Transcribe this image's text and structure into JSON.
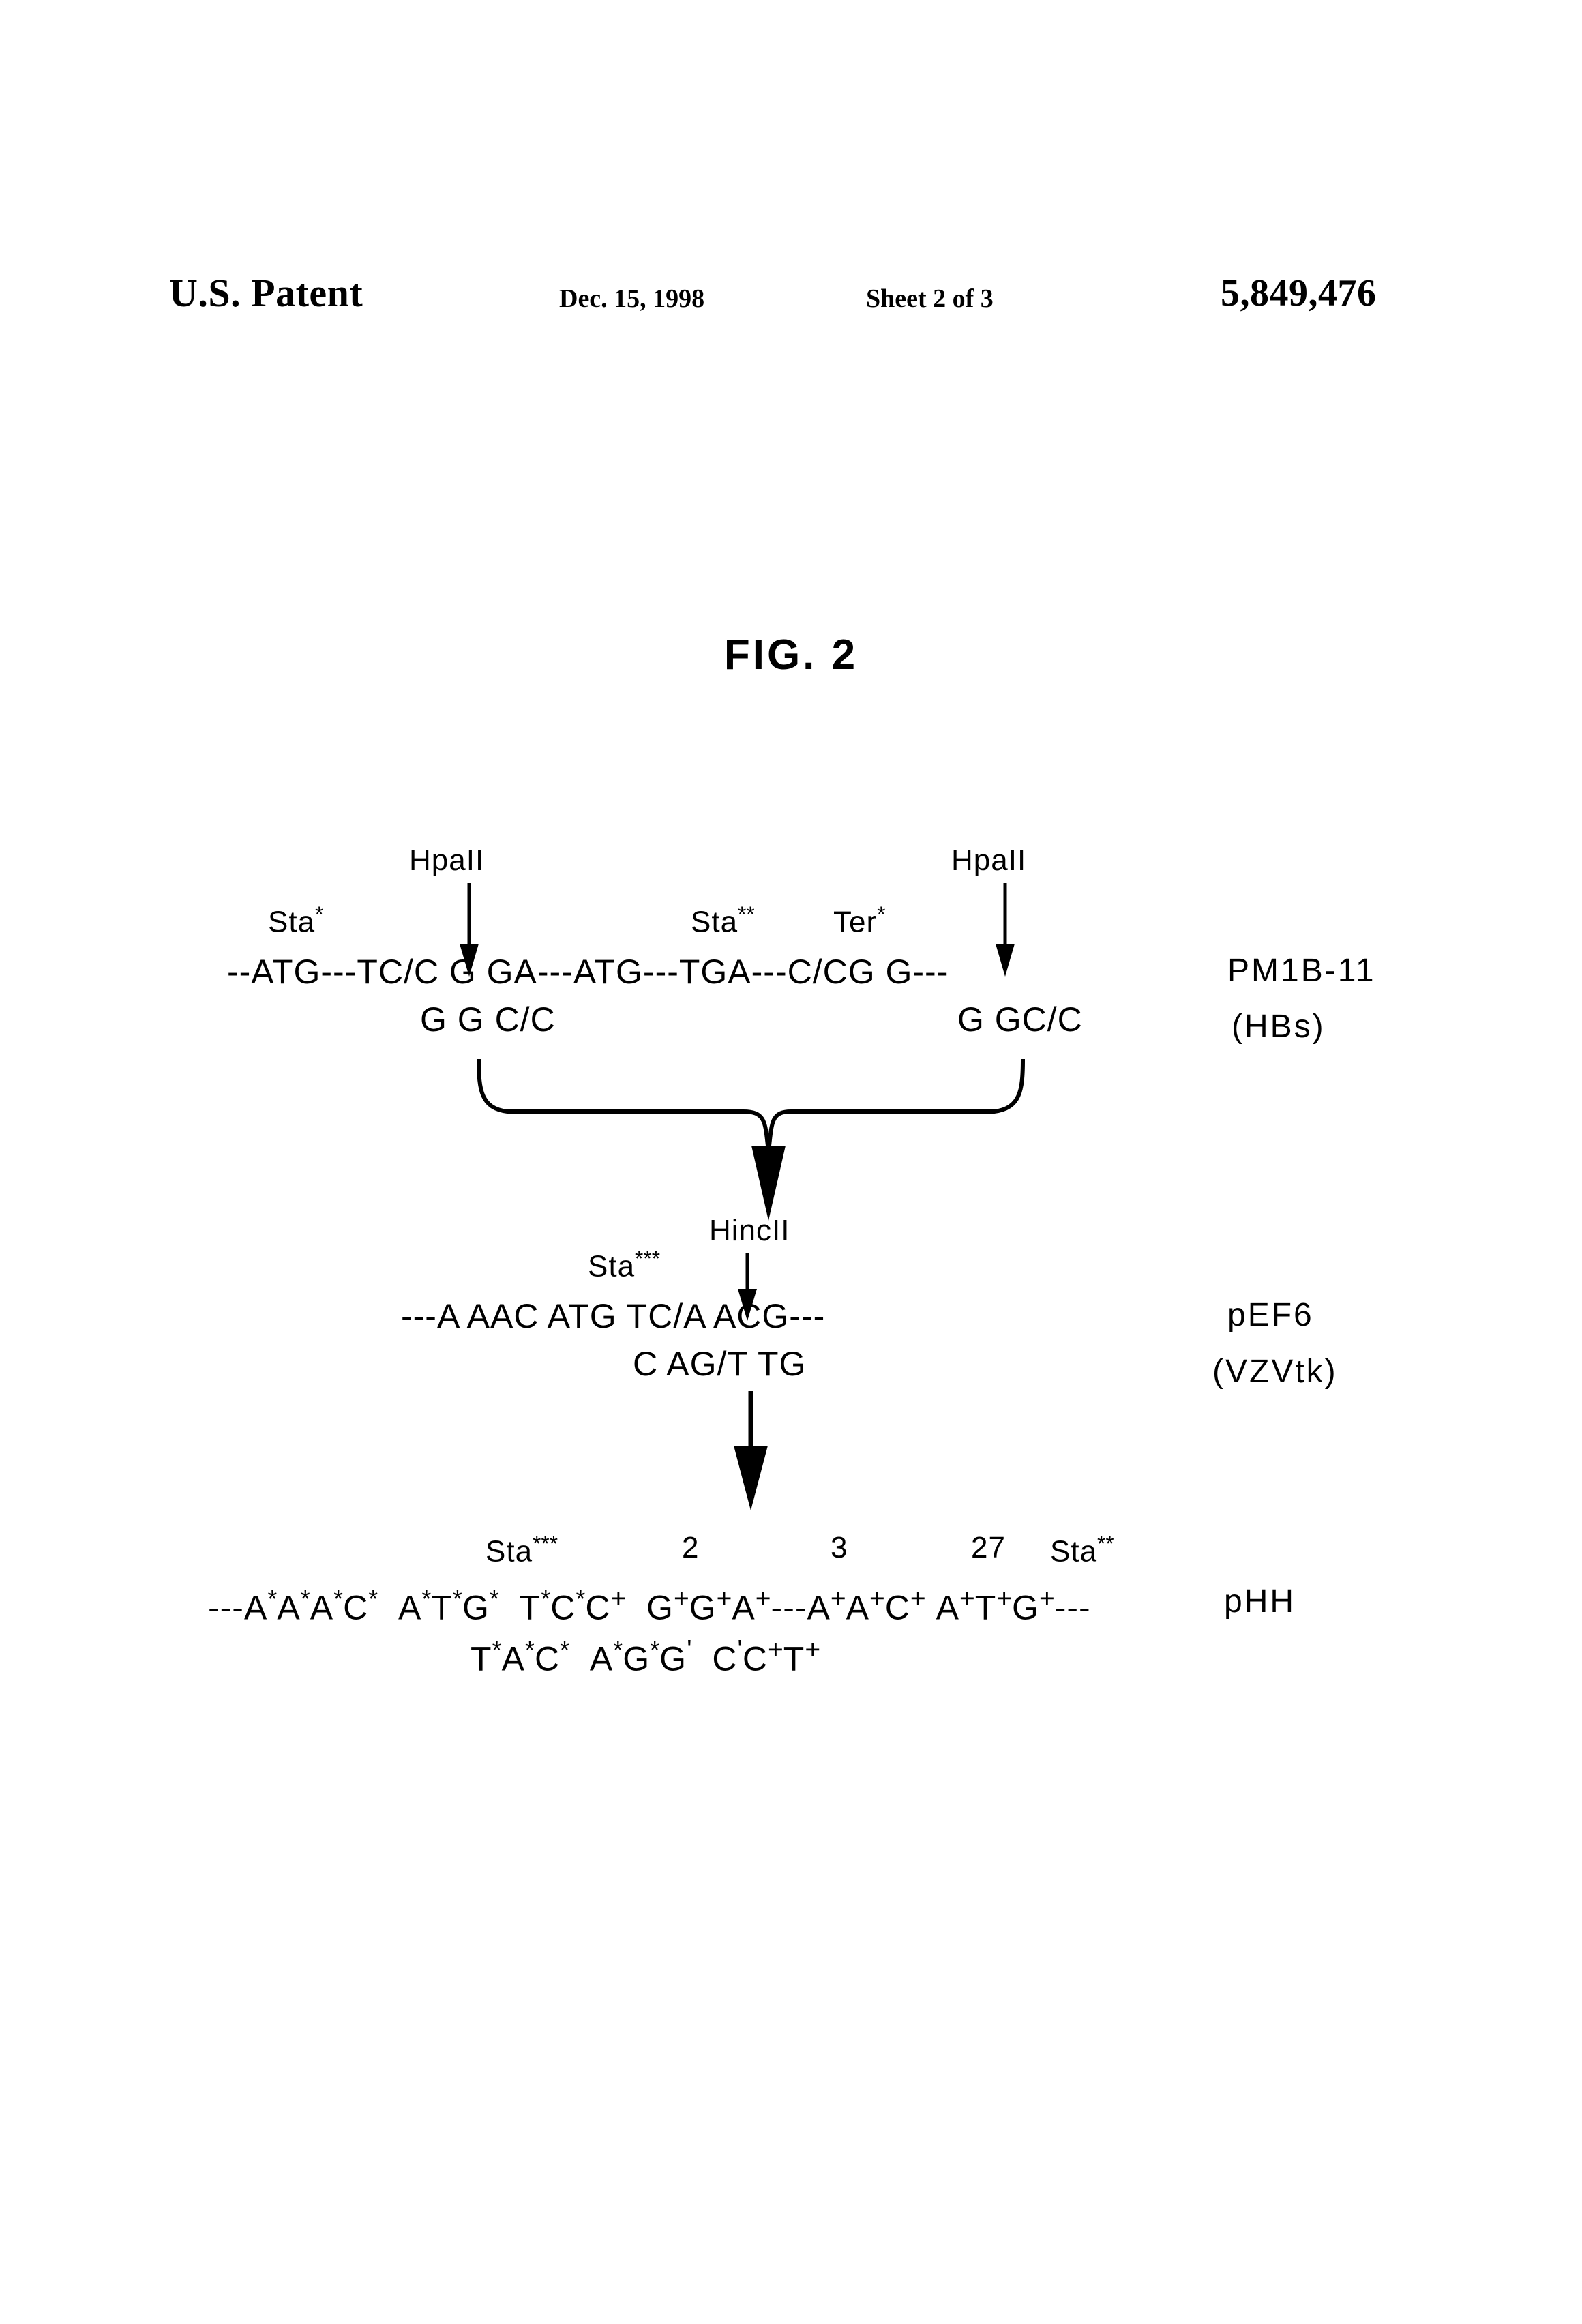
{
  "header": {
    "office": "U.S. Patent",
    "date": "Dec. 15, 1998",
    "sheet": "Sheet 2 of 3",
    "patent_number": "5,849,476"
  },
  "figure": {
    "title": "FIG. 2",
    "blocks": [
      {
        "id": "pm1b11",
        "plasmid_name": "PM1B-11",
        "plasmid_sub": "(HBs)",
        "enzyme_labels": [
          "HpaII",
          "HpaII"
        ],
        "site_labels": [
          "Sta*",
          "Sta**",
          "Ter*"
        ],
        "top_strand": "--ATG---TC/C G GA---ATG---TGA---C/CG G---",
        "bottom_strand_left": "G G C/C",
        "bottom_strand_right": "G GC/C"
      },
      {
        "id": "pef6",
        "plasmid_name": "pEF6",
        "plasmid_sub": "(VZVtk)",
        "enzyme_labels": [
          "HincII"
        ],
        "site_labels": [
          "Sta***"
        ],
        "top_strand": "---A AAC ATG TC/A ACG---",
        "bottom_strand": "C AG/T TG"
      },
      {
        "id": "phh",
        "plasmid_name": "pHH",
        "site_labels": [
          "Sta***",
          "2",
          "3",
          "27",
          "Sta**"
        ],
        "top_strand_plain": "---A*A*A*C*  A*T*G*  T*C*C+  G+G+A+---A+A+C+  A+T+G+---",
        "bottom_strand_plain": "T*A*C*  A*G*G'  C'C+T+"
      }
    ],
    "brace_arrow_label": "HincII",
    "middle_arrow": "down-arrow"
  },
  "seq1": {
    "lbl_sta1": "Sta",
    "lbl_sta1_sup": "*",
    "lbl_hpa_left": "HpaII",
    "lbl_sta2": "Sta",
    "lbl_sta2_sup": "**",
    "lbl_ter": "Ter",
    "lbl_ter_sup": "*",
    "lbl_hpa_right": "HpaII",
    "top_a": "--ATG---TC",
    "top_b": "/C G GA---ATG---TGA---C",
    "top_c": "/CG G---",
    "bot_left": "G G C/C",
    "bot_right": "G GC/C",
    "name": "PM1B-11",
    "sub": "(HBs)"
  },
  "seq2": {
    "lbl_sta": "Sta",
    "lbl_sta_sup": "***",
    "lbl_hinc": "HincII",
    "top_a": "---A AAC ATG TC",
    "top_b": "/A ACG---",
    "bot": "C AG/T TG",
    "name": "pEF6",
    "sub": "(VZVtk)"
  },
  "seq3": {
    "lbl_sta3": "Sta",
    "lbl_sta3_sup": "***",
    "lbl_2": "2",
    "lbl_3": "3",
    "lbl_27": "27",
    "lbl_sta2": "Sta",
    "lbl_sta2_sup": "**",
    "top_dash_lead": "---",
    "top_g1": "A",
    "top_g1b": "A",
    "top_g1c": "A",
    "top_g1d": "C",
    "top_g2a": "A",
    "top_g2b": "T",
    "top_g2c": "G",
    "top_g3a": "T",
    "top_g3b": "C",
    "top_g3c": "C",
    "top_g4a": "G",
    "top_g4b": "G",
    "top_g4c": "A",
    "top_dash_mid": "---",
    "top_g5a": "A",
    "top_g5b": "A",
    "top_g5c": "C",
    "top_g6a": "A",
    "top_g6b": "T",
    "top_g6c": "G",
    "top_dash_end": "---",
    "bot_g1a": "T",
    "bot_g1b": "A",
    "bot_g1c": "C",
    "bot_g2a": "A",
    "bot_g2b": "G",
    "bot_g2c": "G",
    "bot_g3a": "C",
    "bot_g3b": "C",
    "bot_g3c": "T",
    "star": "*",
    "plus": "+",
    "prime": "'",
    "name": "pHH"
  }
}
